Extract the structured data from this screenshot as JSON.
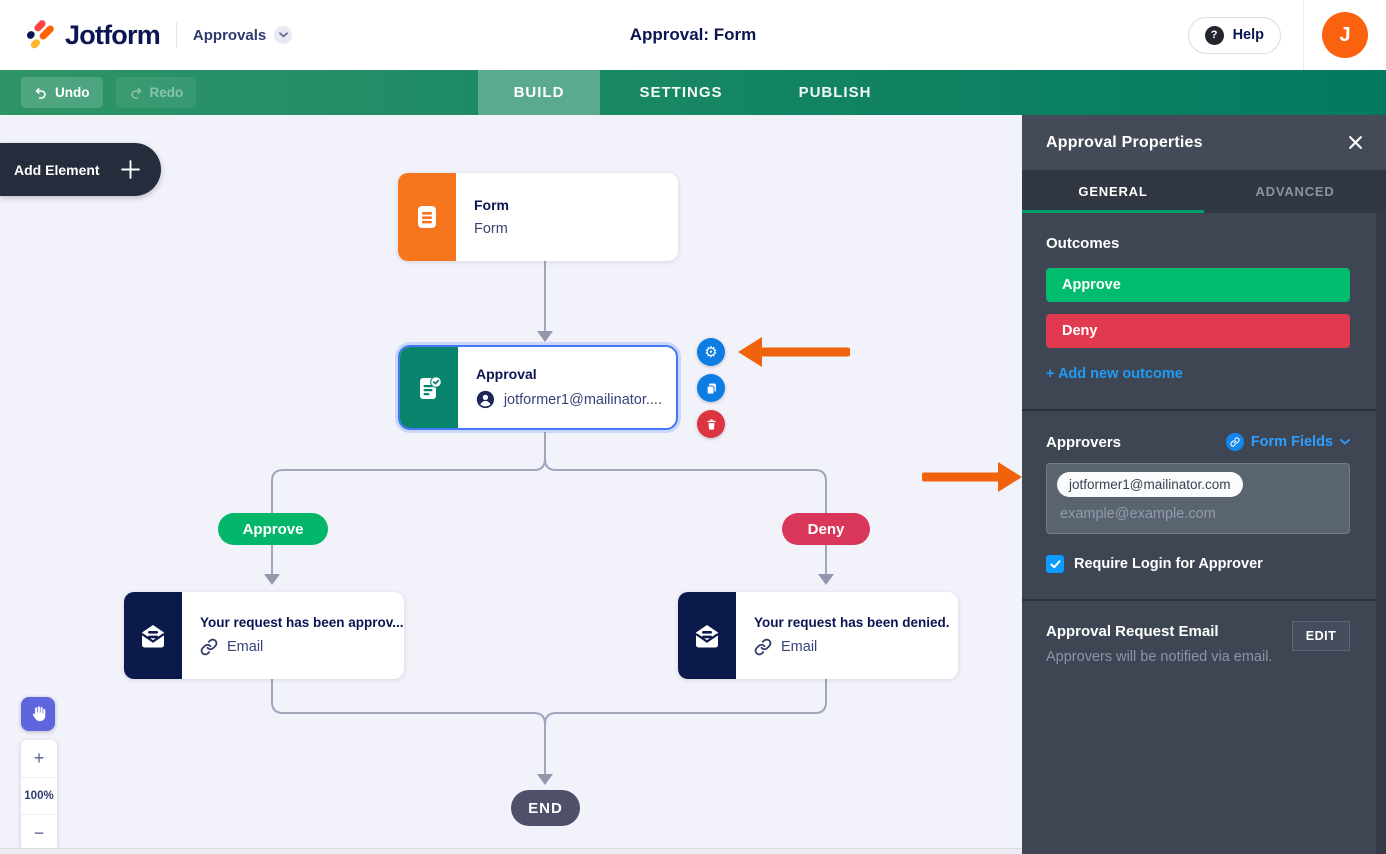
{
  "header": {
    "brand": "Jotform",
    "workspace_switcher": "Approvals",
    "page_title": "Approval: Form",
    "help_label": "Help",
    "avatar_initial": "J"
  },
  "toolbar": {
    "undo_label": "Undo",
    "redo_label": "Redo",
    "tabs": [
      {
        "label": "BUILD",
        "active": true
      },
      {
        "label": "SETTINGS",
        "active": false
      },
      {
        "label": "PUBLISH",
        "active": false
      }
    ]
  },
  "canvas": {
    "add_element_label": "Add Element",
    "zoom": {
      "in": "+",
      "out": "−",
      "level": "100%"
    },
    "flow": {
      "form_node": {
        "title": "Form",
        "subtitle": "Form"
      },
      "approval_node": {
        "title": "Approval",
        "approver": "jotformer1@mailinator...."
      },
      "approve_branch_label": "Approve",
      "deny_branch_label": "Deny",
      "approve_email_node": {
        "title": "Your request has been approv...",
        "subtitle": "Email"
      },
      "deny_email_node": {
        "title": "Your request has been denied.",
        "subtitle": "Email"
      },
      "end_label": "END"
    }
  },
  "panel": {
    "title": "Approval Properties",
    "tabs": [
      {
        "label": "GENERAL",
        "active": true
      },
      {
        "label": "ADVANCED",
        "active": false
      }
    ],
    "outcomes": {
      "heading": "Outcomes",
      "items": [
        {
          "label": "Approve",
          "color": "#01BC6E"
        },
        {
          "label": "Deny",
          "color": "#E13A50"
        }
      ],
      "add_link_label": "+ Add new outcome"
    },
    "approvers": {
      "heading": "Approvers",
      "form_fields_label": "Form Fields",
      "chip_value": "jotformer1@mailinator.com",
      "input_placeholder": "example@example.com",
      "require_login_label": "Require Login for Approver",
      "require_login_checked": true
    },
    "request_email": {
      "heading": "Approval Request Email",
      "description": "Approvers will be notified via email.",
      "edit_label": "EDIT"
    }
  },
  "icons": {
    "gear": "⚙"
  },
  "colors": {
    "toolbar_green_start": "#2F9568",
    "toolbar_green_end": "#037A60",
    "canvas_bg": "#F2F2FA",
    "panel_bg": "#3E4654",
    "accent_blue": "#2E9FFF",
    "approve_green": "#01BC6E",
    "deny_red": "#E13A50",
    "form_orange": "#F7751D",
    "approval_teal": "#07846B",
    "email_navy": "#0C1A4B",
    "pointer_orange": "#F0630C",
    "avatar_orange": "#FB6210",
    "selection_blue": "#4277F5"
  }
}
